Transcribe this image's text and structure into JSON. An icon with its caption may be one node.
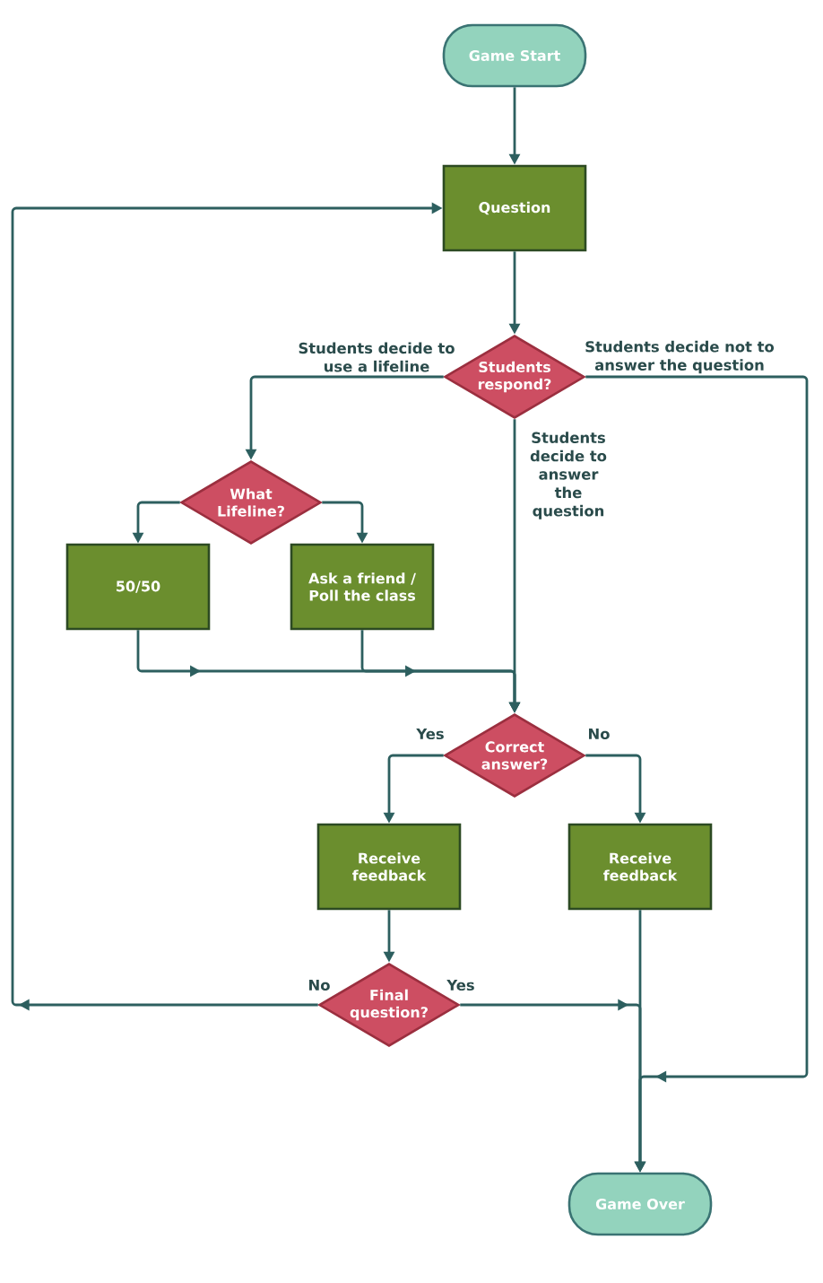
{
  "diagram": {
    "nodes": [
      {
        "text": [
          "Game Start"
        ]
      },
      {
        "text": [
          "Question"
        ]
      },
      {
        "text": [
          "Students respond?"
        ]
      },
      {
        "text": [
          "What Lifeline?"
        ]
      },
      {
        "text": [
          "50/50"
        ]
      },
      {
        "text": [
          "Ask a friend / Poll the class"
        ]
      },
      {
        "text": [
          "Correct answer?"
        ]
      },
      {
        "text": [
          "Receive feedback"
        ]
      },
      {
        "text": [
          "Receive feedback"
        ]
      },
      {
        "text": [
          "Final question?"
        ]
      },
      {
        "text": [
          "Game Over"
        ]
      }
    ],
    "edges": [
      {
        "from": 0,
        "to": 1,
        "arrow": "to"
      },
      {
        "from": 1,
        "to": 2,
        "arrow": "to"
      },
      {
        "from": 2,
        "to": 3,
        "arrow": "to",
        "label": "Students decide to use a lifeline"
      },
      {
        "from": 2,
        "to": 6,
        "arrow": "to",
        "label": "Students decide to answer the question"
      },
      {
        "from": 2,
        "to": 10,
        "arrow": "to",
        "label": "Students decide not to answer the question"
      },
      {
        "from": 3,
        "to": 4,
        "arrow": "to"
      },
      {
        "from": 3,
        "to": 5,
        "arrow": "to"
      },
      {
        "from": 4,
        "to": 6,
        "arrow": "to"
      },
      {
        "from": 5,
        "to": 6,
        "arrow": "to"
      },
      {
        "from": 6,
        "to": 7,
        "arrow": "to",
        "label": "Yes"
      },
      {
        "from": 6,
        "to": 8,
        "arrow": "to",
        "label": "No"
      },
      {
        "from": 7,
        "to": 9,
        "arrow": "to"
      },
      {
        "from": 9,
        "to": 1,
        "arrow": "to",
        "label": "No"
      },
      {
        "from": 9,
        "to": 10,
        "arrow": "to",
        "label": "Yes"
      },
      {
        "from": 8,
        "to": 10,
        "arrow": "to"
      }
    ]
  }
}
